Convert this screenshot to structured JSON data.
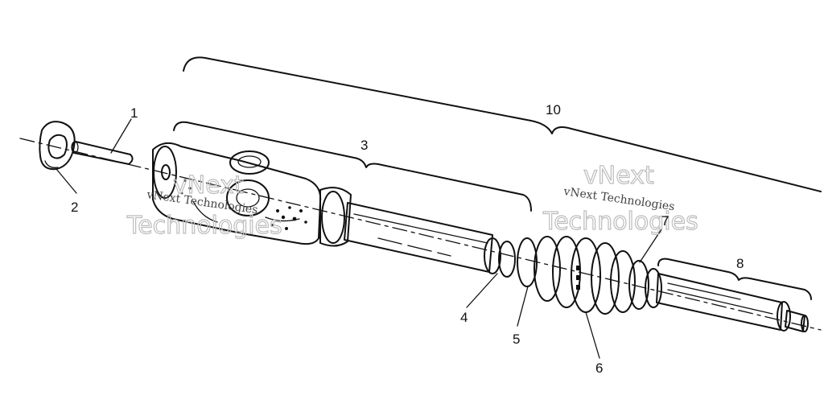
{
  "callouts": {
    "c1": "1",
    "c2": "2",
    "c3": "3",
    "c4": "4",
    "c5": "5",
    "c6": "6",
    "c7": "7",
    "c8": "8",
    "c10": "10"
  },
  "watermark": {
    "brand": "vNext",
    "line2": "Technologies",
    "caption": "vNext Technologies"
  },
  "colors": {
    "ink": "#111111",
    "watermark": "#bdbdbd"
  }
}
